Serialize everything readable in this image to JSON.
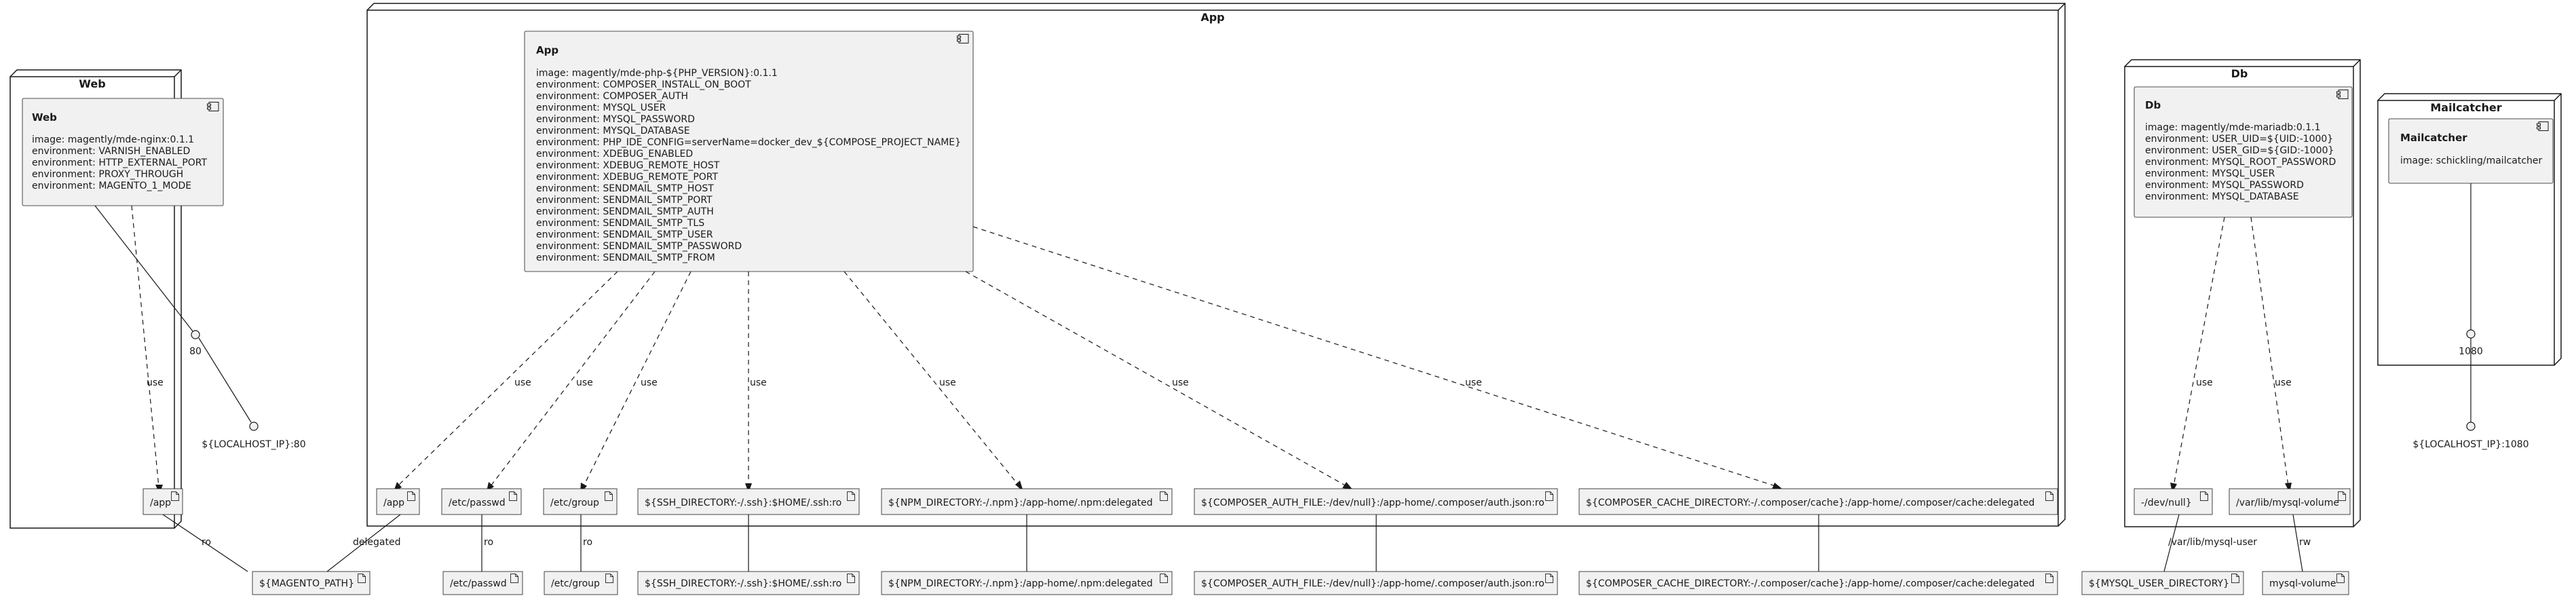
{
  "nodes": {
    "web": {
      "title": "Web"
    },
    "app": {
      "title": "App"
    },
    "db": {
      "title": "Db"
    },
    "mailcatcher": {
      "title": "Mailcatcher"
    }
  },
  "components": {
    "web": {
      "title": "Web",
      "lines": [
        "image: magently/mde-nginx:0.1.1",
        "environment: VARNISH_ENABLED",
        "environment: HTTP_EXTERNAL_PORT",
        "environment: PROXY_THROUGH",
        "environment: MAGENTO_1_MODE"
      ]
    },
    "app": {
      "title": "App",
      "lines": [
        "image: magently/mde-php-${PHP_VERSION}:0.1.1",
        "environment: COMPOSER_INSTALL_ON_BOOT",
        "environment: COMPOSER_AUTH",
        "environment: MYSQL_USER",
        "environment: MYSQL_PASSWORD",
        "environment: MYSQL_DATABASE",
        "environment: PHP_IDE_CONFIG=serverName=docker_dev_${COMPOSE_PROJECT_NAME}",
        "environment: XDEBUG_ENABLED",
        "environment: XDEBUG_REMOTE_HOST",
        "environment: XDEBUG_REMOTE_PORT",
        "environment: SENDMAIL_SMTP_HOST",
        "environment: SENDMAIL_SMTP_PORT",
        "environment: SENDMAIL_SMTP_AUTH",
        "environment: SENDMAIL_SMTP_TLS",
        "environment: SENDMAIL_SMTP_USER",
        "environment: SENDMAIL_SMTP_PASSWORD",
        "environment: SENDMAIL_SMTP_FROM"
      ]
    },
    "db": {
      "title": "Db",
      "lines": [
        "image: magently/mde-mariadb:0.1.1",
        "environment: USER_UID=${UID:-1000}",
        "environment: USER_GID=${GID:-1000}",
        "environment: MYSQL_ROOT_PASSWORD",
        "environment: MYSQL_USER",
        "environment: MYSQL_PASSWORD",
        "environment: MYSQL_DATABASE"
      ]
    },
    "mailcatcher": {
      "title": "Mailcatcher",
      "lines": [
        "image: schickling/mailcatcher"
      ]
    }
  },
  "interfaces": {
    "web_port": "80",
    "web_host": "${LOCALHOST_IP}:80",
    "mail_port": "1080",
    "mail_host": "${LOCALHOST_IP}:1080"
  },
  "artifacts": {
    "web_app": "/app",
    "app_app": "/app",
    "app_passwd": "/etc/passwd",
    "app_group": "/etc/group",
    "app_ssh": "${SSH_DIRECTORY:-/.ssh}:$HOME/.ssh:ro",
    "app_npm": "${NPM_DIRECTORY:-/.npm}:/app-home/.npm:delegated",
    "app_auth": "${COMPOSER_AUTH_FILE:-/dev/null}:/app-home/.composer/auth.json:ro",
    "app_cache": "${COMPOSER_CACHE_DIRECTORY:-/.composer/cache}:/app-home/.composer/cache:delegated",
    "db_devnull": "-/dev/null}",
    "db_mysql": "/var/lib/mysql-volume",
    "host_magento": "${MAGENTO_PATH}",
    "host_passwd": "/etc/passwd",
    "host_group": "/etc/group",
    "host_ssh": "${SSH_DIRECTORY:-/.ssh}:$HOME/.ssh:ro",
    "host_npm": "${NPM_DIRECTORY:-/.npm}:/app-home/.npm:delegated",
    "host_auth": "${COMPOSER_AUTH_FILE:-/dev/null}:/app-home/.composer/auth.json:ro",
    "host_cache": "${COMPOSER_CACHE_DIRECTORY:-/.composer/cache}:/app-home/.composer/cache:delegated",
    "host_mysql_user": "${MYSQL_USER_DIRECTORY}",
    "host_mysql_volume": "mysql-volume"
  },
  "edge_labels": {
    "use": "use",
    "ro": "ro",
    "delegated": "delegated",
    "rw": "rw",
    "mysql_user_path": "/var/lib/mysql-user"
  }
}
